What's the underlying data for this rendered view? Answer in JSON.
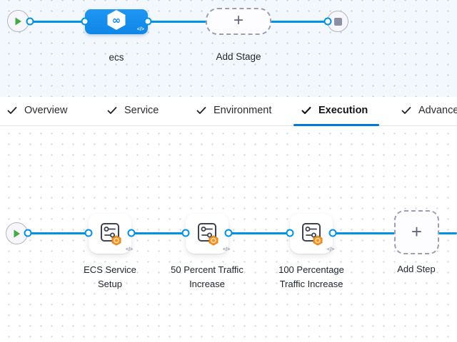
{
  "stage_canvas": {
    "stage_label": "ecs",
    "code_icon_text": "</>",
    "add_stage": {
      "label": "Add Stage",
      "plus": "+"
    }
  },
  "tab_bar": {
    "tabs": [
      {
        "label": "Overview",
        "checked": true,
        "active": false
      },
      {
        "label": "Service",
        "checked": true,
        "active": false
      },
      {
        "label": "Environment",
        "checked": true,
        "active": false
      },
      {
        "label": "Execution",
        "checked": true,
        "active": true
      },
      {
        "label": "Advanced",
        "checked": true,
        "active": false
      }
    ]
  },
  "execution_canvas": {
    "steps": [
      {
        "label": "ECS Service Setup"
      },
      {
        "label": "50 Percent Traffic Increase"
      },
      {
        "label": "100 Percentage Traffic Increase"
      }
    ],
    "code_icon_text": "</>",
    "add_step": {
      "label": "Add Step",
      "plus": "+"
    }
  },
  "colors": {
    "connector": "#0092e4",
    "active_tab_underline": "#0278d5",
    "stage_node": "#0f87e8",
    "play_green": "#42ab45",
    "stop_gray": "#8d90a4",
    "step_badge_orange": "#f6921e"
  }
}
